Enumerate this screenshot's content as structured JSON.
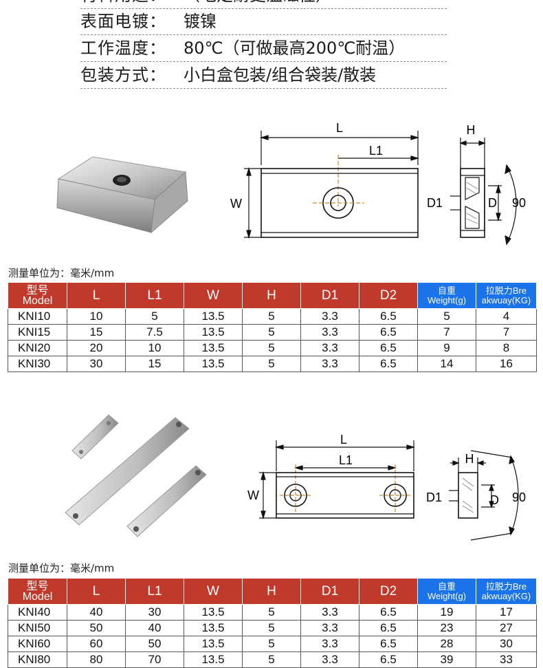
{
  "specs": {
    "partial_row": {
      "label": "材料用途：",
      "value": "（毛足耐更温磁性）"
    },
    "rows": [
      {
        "label": "表面电镀：",
        "value": "镀镍"
      },
      {
        "label": "工作温度：",
        "value": "80℃（可做最高200℃耐温）"
      },
      {
        "label": "包装方式：",
        "value": "小白盒包装/组合袋装/散装"
      }
    ]
  },
  "diagram1": {
    "L": "L",
    "L1": "L1",
    "W": "W",
    "H": "H",
    "D1": "D1",
    "D": "D",
    "angle": "90"
  },
  "diagram2": {
    "L": "L",
    "L1": "L1",
    "W": "W",
    "H": "H",
    "D1": "D1",
    "D": "D",
    "angle": "90"
  },
  "unit_note_1": "测量单位为：毫米/mm",
  "unit_note_2": "测量单位为：毫米/mm",
  "headers": {
    "model_cn": "型号",
    "model_en": "Model",
    "L": "L",
    "L1": "L1",
    "W": "W",
    "H": "H",
    "D1": "D1",
    "D2": "D2",
    "weight_cn": "自重",
    "weight_en": "Weight(g)",
    "pull_cn": "拉脱力Bre",
    "pull_en": "akwuay(KG)"
  },
  "table1": [
    [
      "KNI10",
      "10",
      "5",
      "13.5",
      "5",
      "3.3",
      "6.5",
      "5",
      "4"
    ],
    [
      "KNI15",
      "15",
      "7.5",
      "13.5",
      "5",
      "3.3",
      "6.5",
      "7",
      "7"
    ],
    [
      "KNI20",
      "20",
      "10",
      "13.5",
      "5",
      "3.3",
      "6.5",
      "9",
      "8"
    ],
    [
      "KNI30",
      "30",
      "15",
      "13.5",
      "5",
      "3.3",
      "6.5",
      "14",
      "16"
    ]
  ],
  "table2": [
    [
      "KNI40",
      "40",
      "30",
      "13.5",
      "5",
      "3.3",
      "6.5",
      "19",
      "17"
    ],
    [
      "KNI50",
      "50",
      "40",
      "13.5",
      "5",
      "3.3",
      "6.5",
      "23",
      "27"
    ],
    [
      "KNI60",
      "60",
      "50",
      "13.5",
      "5",
      "3.3",
      "6.5",
      "28",
      "30"
    ],
    [
      "KNI80",
      "80",
      "70",
      "13.5",
      "5",
      "3.3",
      "6.5",
      "39",
      "33"
    ]
  ],
  "colors": {
    "header_red": "#c0392b",
    "header_blue": "#1a73e8"
  }
}
